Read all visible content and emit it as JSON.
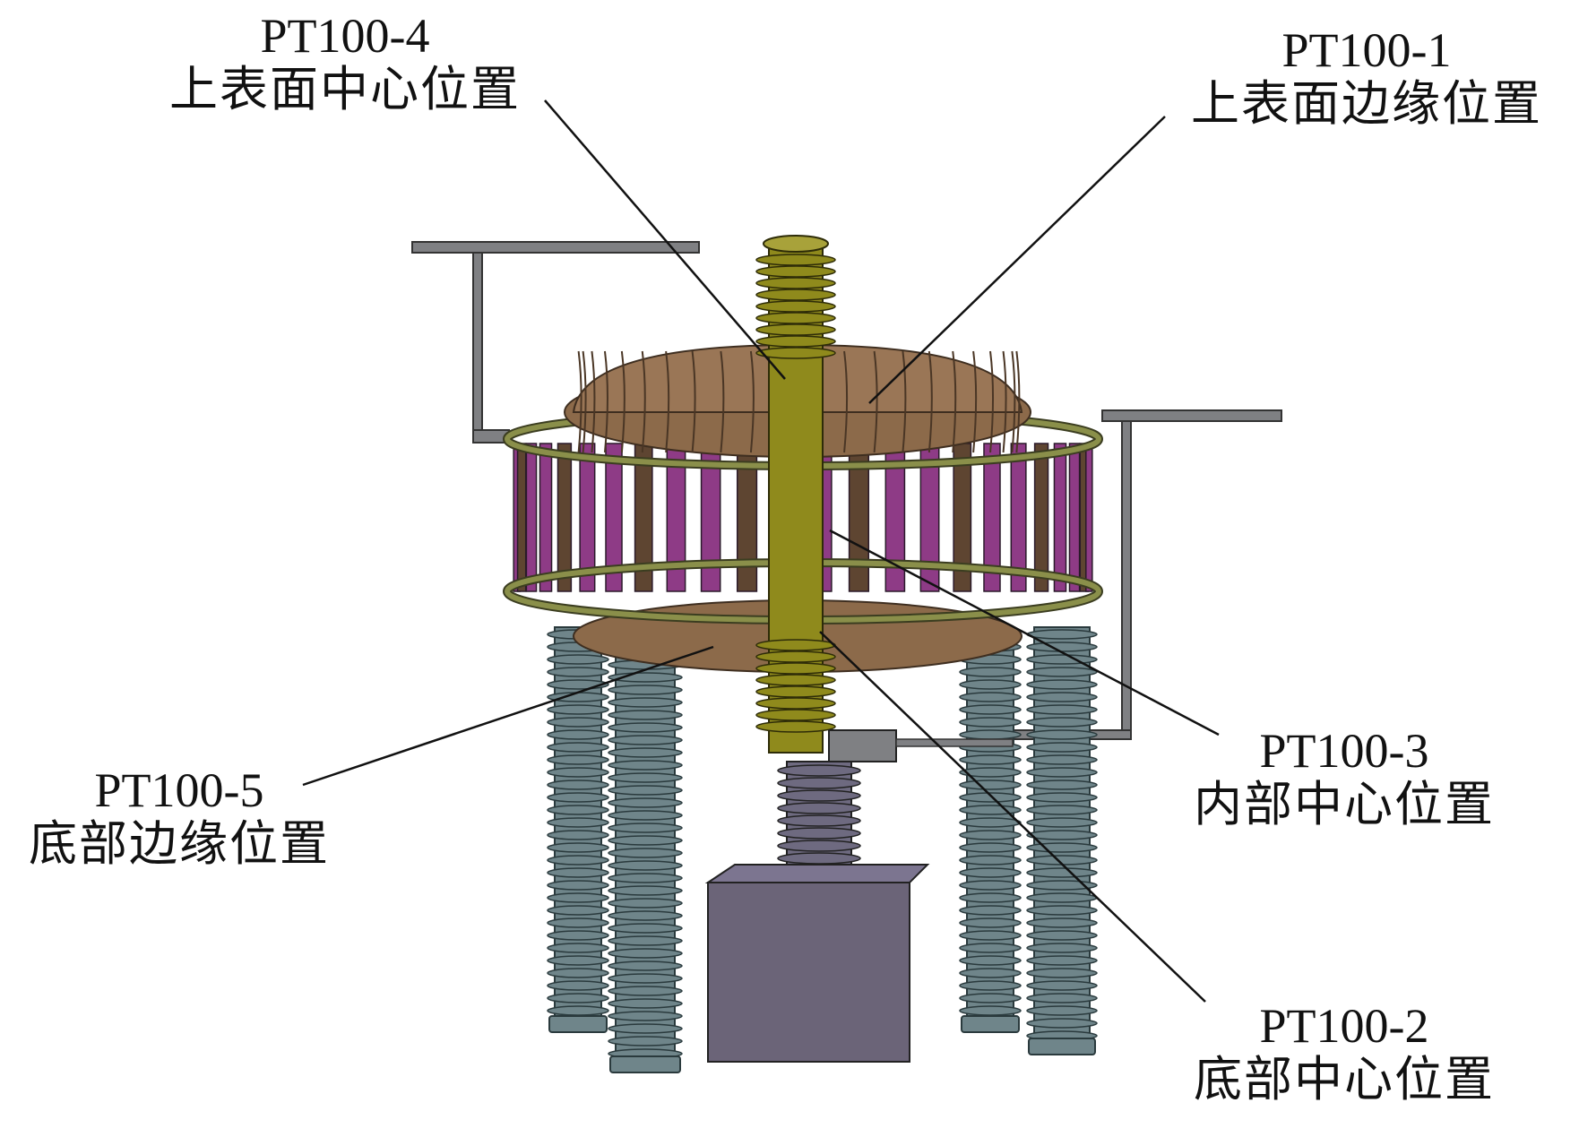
{
  "labels": {
    "pt4": {
      "code": "PT100-4",
      "text": "上表面中心位置"
    },
    "pt1": {
      "code": "PT100-1",
      "text": "上表面边缘位置"
    },
    "pt3": {
      "code": "PT100-3",
      "text": "内部中心位置"
    },
    "pt2": {
      "code": "PT100-2",
      "text": "底部中心位置"
    },
    "pt5": {
      "code": "PT100-5",
      "text": "底部边缘位置"
    }
  },
  "colors": {
    "coil": "#8c6a4a",
    "coil_dark": "#5e4531",
    "ring": "#8a8f4a",
    "insulator_purple": "#8e3b86",
    "post_insulator": "#6f858a",
    "center_bushing": "#8f8a1c",
    "lower_bushing": "#6e6a80",
    "base_box": "#6b6478",
    "frame": "#7f8083"
  }
}
